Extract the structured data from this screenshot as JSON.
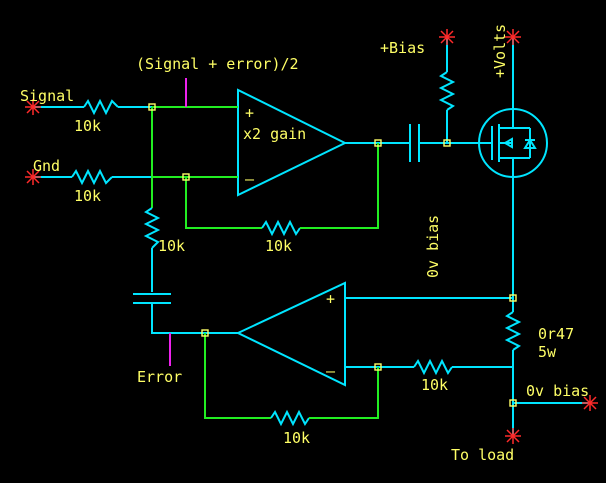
{
  "labels": {
    "signal_error_half": "(Signal + error)/2",
    "plus_bias": "+Bias",
    "plus_volts": "+Volts",
    "signal": "Signal",
    "gnd": "Gnd",
    "r_signal": "10k",
    "r_gnd": "10k",
    "x2_gain": "x2 gain",
    "r_divider": "10k",
    "r_feedback_top": "10k",
    "zero_v_bias_vertical": "0v bias",
    "shunt_value": "0r47",
    "shunt_power": "5w",
    "r_feedback_bottom_in": "10k",
    "zero_v_bias": "0v bias",
    "error": "Error",
    "r_feedback_bottom": "10k",
    "to_load": "To load",
    "plus_sign_top": "+",
    "minus_sign_top": "–",
    "plus_sign_bottom": "+",
    "minus_sign_bottom": "–"
  },
  "colors": {
    "background": "#000000",
    "wire_cyan": "#00e5ff",
    "wire_green": "#22ee22",
    "label_yellow": "#ffff66",
    "terminal_red": "#ff2a2a",
    "probe_magenta": "#ee22ee"
  }
}
